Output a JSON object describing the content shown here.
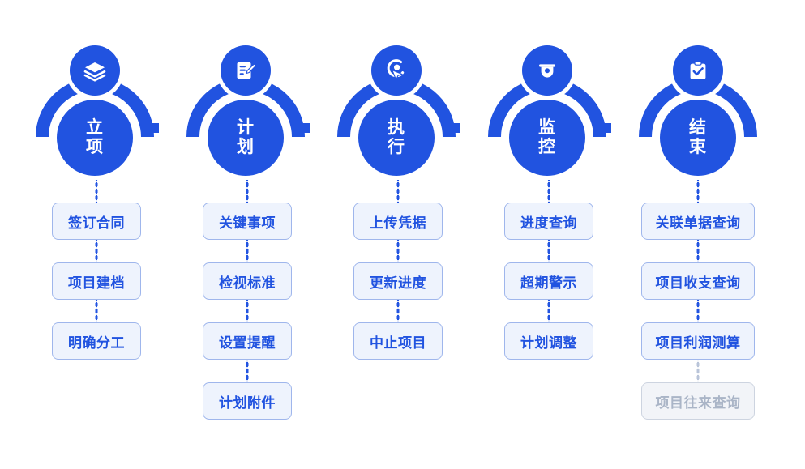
{
  "theme": {
    "primary": "#2153e0",
    "chip_fill": "#eef3fd",
    "chip_border": "#9fb6ec",
    "chip_text": "#2153e0",
    "disabled_fill": "#f2f4f8",
    "disabled_border": "#cdd4e0",
    "disabled_text": "#aab5c7",
    "background": "#ffffff"
  },
  "diagram": {
    "type": "process-flow",
    "stage_count": 5,
    "orientation": "horizontal"
  },
  "stages": [
    {
      "id": "stage-1",
      "label": "立项",
      "icon": "layers-icon",
      "tasks": [
        {
          "label": "签订合同",
          "state": "active"
        },
        {
          "label": "项目建档",
          "state": "active"
        },
        {
          "label": "明确分工",
          "state": "active"
        }
      ]
    },
    {
      "id": "stage-2",
      "label": "计划",
      "icon": "document-edit-icon",
      "tasks": [
        {
          "label": "关键事项",
          "state": "active"
        },
        {
          "label": "检视标准",
          "state": "active"
        },
        {
          "label": "设置提醒",
          "state": "active"
        },
        {
          "label": "计划附件",
          "state": "active"
        }
      ]
    },
    {
      "id": "stage-3",
      "label": "执行",
      "icon": "click-cursor-icon",
      "tasks": [
        {
          "label": "上传凭据",
          "state": "active"
        },
        {
          "label": "更新进度",
          "state": "active"
        },
        {
          "label": "中止项目",
          "state": "active"
        }
      ]
    },
    {
      "id": "stage-4",
      "label": "监控",
      "icon": "security-camera-icon",
      "tasks": [
        {
          "label": "进度查询",
          "state": "active"
        },
        {
          "label": "超期警示",
          "state": "active"
        },
        {
          "label": "计划调整",
          "state": "active"
        }
      ]
    },
    {
      "id": "stage-5",
      "label": "结束",
      "icon": "clipboard-check-icon",
      "tasks": [
        {
          "label": "关联单据查询",
          "state": "active"
        },
        {
          "label": "项目收支查询",
          "state": "active"
        },
        {
          "label": "项目利润测算",
          "state": "active"
        },
        {
          "label": "项目往来查询",
          "state": "disabled"
        }
      ]
    }
  ]
}
